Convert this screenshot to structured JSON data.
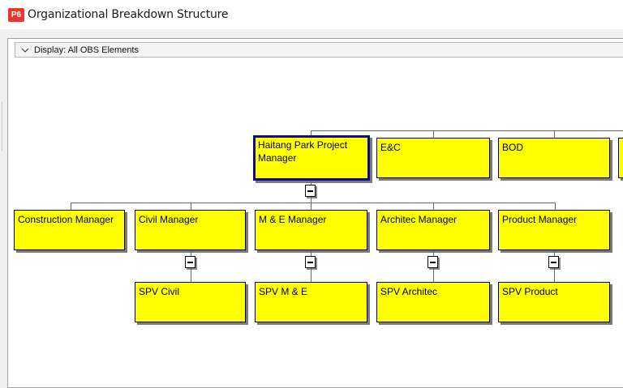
{
  "window": {
    "logo_text": "P6",
    "title": "Organizational Breakdown Structure"
  },
  "display_bar": {
    "label": "Display: All OBS Elements"
  },
  "obs": {
    "top_row": [
      {
        "label": "Haitang Park Project Manager",
        "selected": true
      },
      {
        "label": "E&C"
      },
      {
        "label": "BOD"
      },
      {
        "label": ""
      }
    ],
    "managers": [
      {
        "label": "Construction Manager"
      },
      {
        "label": "Civil Manager"
      },
      {
        "label": "M & E Manager"
      },
      {
        "label": "Architec Manager"
      },
      {
        "label": "Product Manager"
      }
    ],
    "spv": [
      {
        "label": "SPV Civil"
      },
      {
        "label": "SPV M & E"
      },
      {
        "label": "SPV Architec"
      },
      {
        "label": "SPV Product"
      }
    ]
  },
  "colors": {
    "node_fill": "#ffff00",
    "selected_border": "#0b0b8c",
    "logo_red": "#e8382e"
  }
}
